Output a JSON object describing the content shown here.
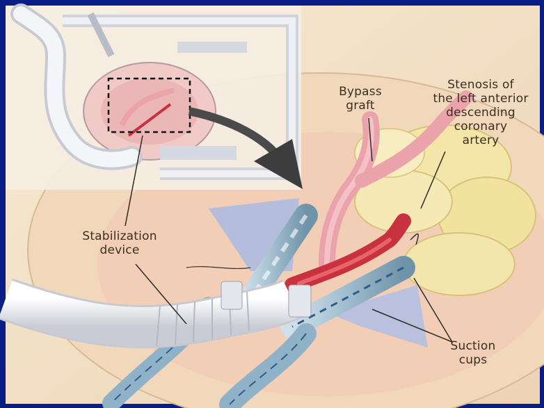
{
  "labels": {
    "bypass_graft": [
      "Bypass",
      "graft"
    ],
    "stenosis": [
      "Stenosis of",
      "the left anterior",
      "descending",
      "coronary",
      "artery"
    ],
    "stabilization_device": [
      "Stabilization",
      "device"
    ],
    "suction_cups": [
      "Suction",
      "cups"
    ]
  },
  "colors": {
    "border": "#0b1d86",
    "background": "#f3e1c4",
    "graft": "#eaa3ab",
    "artery": "#c8323e",
    "device": "#dfe3ea",
    "fat": "#f3e6a8",
    "label_text": "#3a2e22"
  }
}
